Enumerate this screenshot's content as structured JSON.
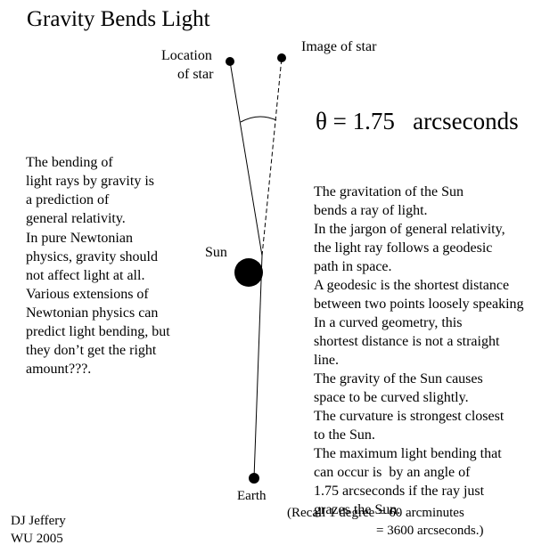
{
  "title": "Gravity Bends Light",
  "labels": {
    "location_line1": "Location",
    "location_line2": "of star",
    "image_of_star": "Image of star",
    "theta": "θ = 1.75   arcseconds",
    "sun": "Sun",
    "earth": "Earth"
  },
  "left_text": {
    "para1": [
      "The bending of",
      "light rays by gravity is",
      "a prediction of",
      "general relativity."
    ],
    "para2": [
      "In pure Newtonian",
      "physics, gravity should",
      "not affect light at all.",
      "Various extensions of",
      "Newtonian physics can",
      "predict light bending, but",
      "they don’t get the right",
      "amount???."
    ]
  },
  "right_text": [
    "The gravitation of the Sun",
    "bends a ray of light.",
    "In the jargon of general relativity,",
    "the light ray follows a geodesic",
    "path in space.",
    "A geodesic is the shortest distance",
    "between two points loosely speaking",
    "In a curved geometry, this",
    "shortest distance is not a straight",
    "line.",
    "The gravity of the Sun causes",
    "space to be curved slightly.",
    "The curvature is strongest closest",
    "to the Sun.",
    "The maximum light bending that",
    "can occur is  by an angle of",
    "1.75 arcseconds if the ray just",
    "grazes the Sun."
  ],
  "recall": {
    "line1": "(Recall 1 degree = 60 arcminutes",
    "line2": "= 3600 arcseconds.)"
  },
  "credit": {
    "line1": "DJ Jeffery",
    "line2": "WU 2005"
  }
}
